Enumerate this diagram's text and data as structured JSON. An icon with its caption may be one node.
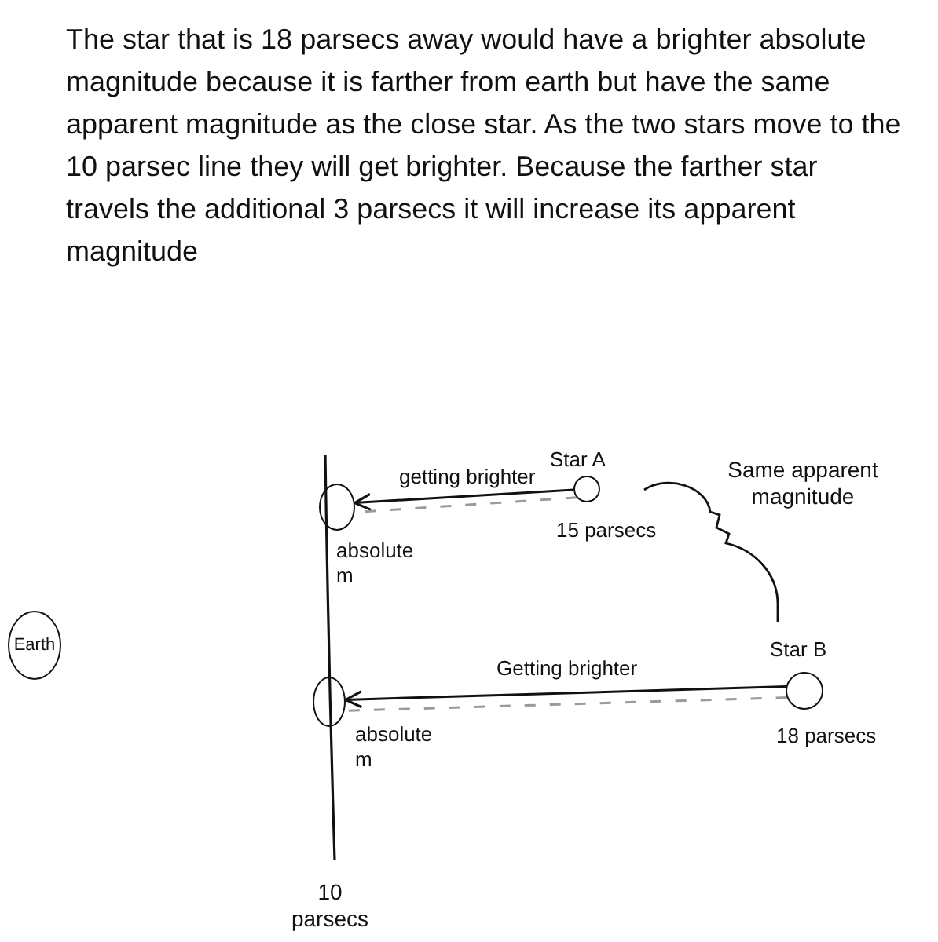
{
  "diagram": {
    "nodes": [
      {
        "text": [],
        "shape": "circle",
        "beside": [
          "absolute m"
        ]
      },
      {
        "text": [],
        "shape": "circle",
        "beside": [
          "Star A",
          "15 parsecs"
        ]
      },
      {
        "text": [
          "Earth"
        ]
      },
      {
        "text": [],
        "shape": "circle",
        "beside": [
          "absolute m"
        ]
      },
      {
        "text": [],
        "shape": "circle",
        "beside": [
          "Star B",
          "18 parsecs"
        ]
      }
    ],
    "edges": [
      {
        "from": 1,
        "to": 0,
        "arrow": "to",
        "label": "getting brighter"
      },
      {
        "from": 1,
        "to": 0,
        "arrow": "none",
        "style": "dashed",
        "color": "#9a9a9a"
      },
      {
        "from": 4,
        "to": 3,
        "arrow": "to",
        "label": "Getting brighter"
      },
      {
        "from": 4,
        "to": 3,
        "arrow": "none",
        "style": "dashed",
        "color": "#9a9a9a"
      }
    ],
    "labels": [
      "The star that is 18 parsecs away would have a brighter absolute magnitude because it is farther from earth but have the same apparent magnitude as the close star. As the two stars move to the 10 parsec line they will get brighter. Because the farther star travels the additional 3 parsecs it will increase its apparent magnitude",
      "Same apparent magnitude",
      "10 parsecs"
    ]
  }
}
